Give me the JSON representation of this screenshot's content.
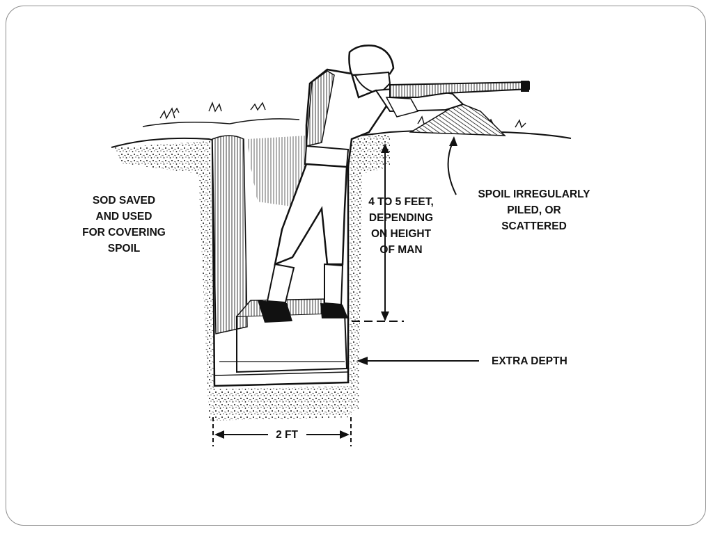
{
  "labels": {
    "sod": [
      "SOD SAVED",
      "AND USED",
      "FOR COVERING",
      "SPOIL"
    ],
    "height": [
      "4 TO 5 FEET,",
      "DEPENDING",
      "ON HEIGHT",
      "OF MAN"
    ],
    "spoil": [
      "SPOIL IRREGULARLY",
      "PILED, OR",
      "SCATTERED"
    ],
    "extra_depth": "EXTRA DEPTH",
    "width": "2 FT"
  },
  "colors": {
    "ink": "#111111",
    "frame": "#8c8c8c",
    "background": "#ffffff"
  }
}
